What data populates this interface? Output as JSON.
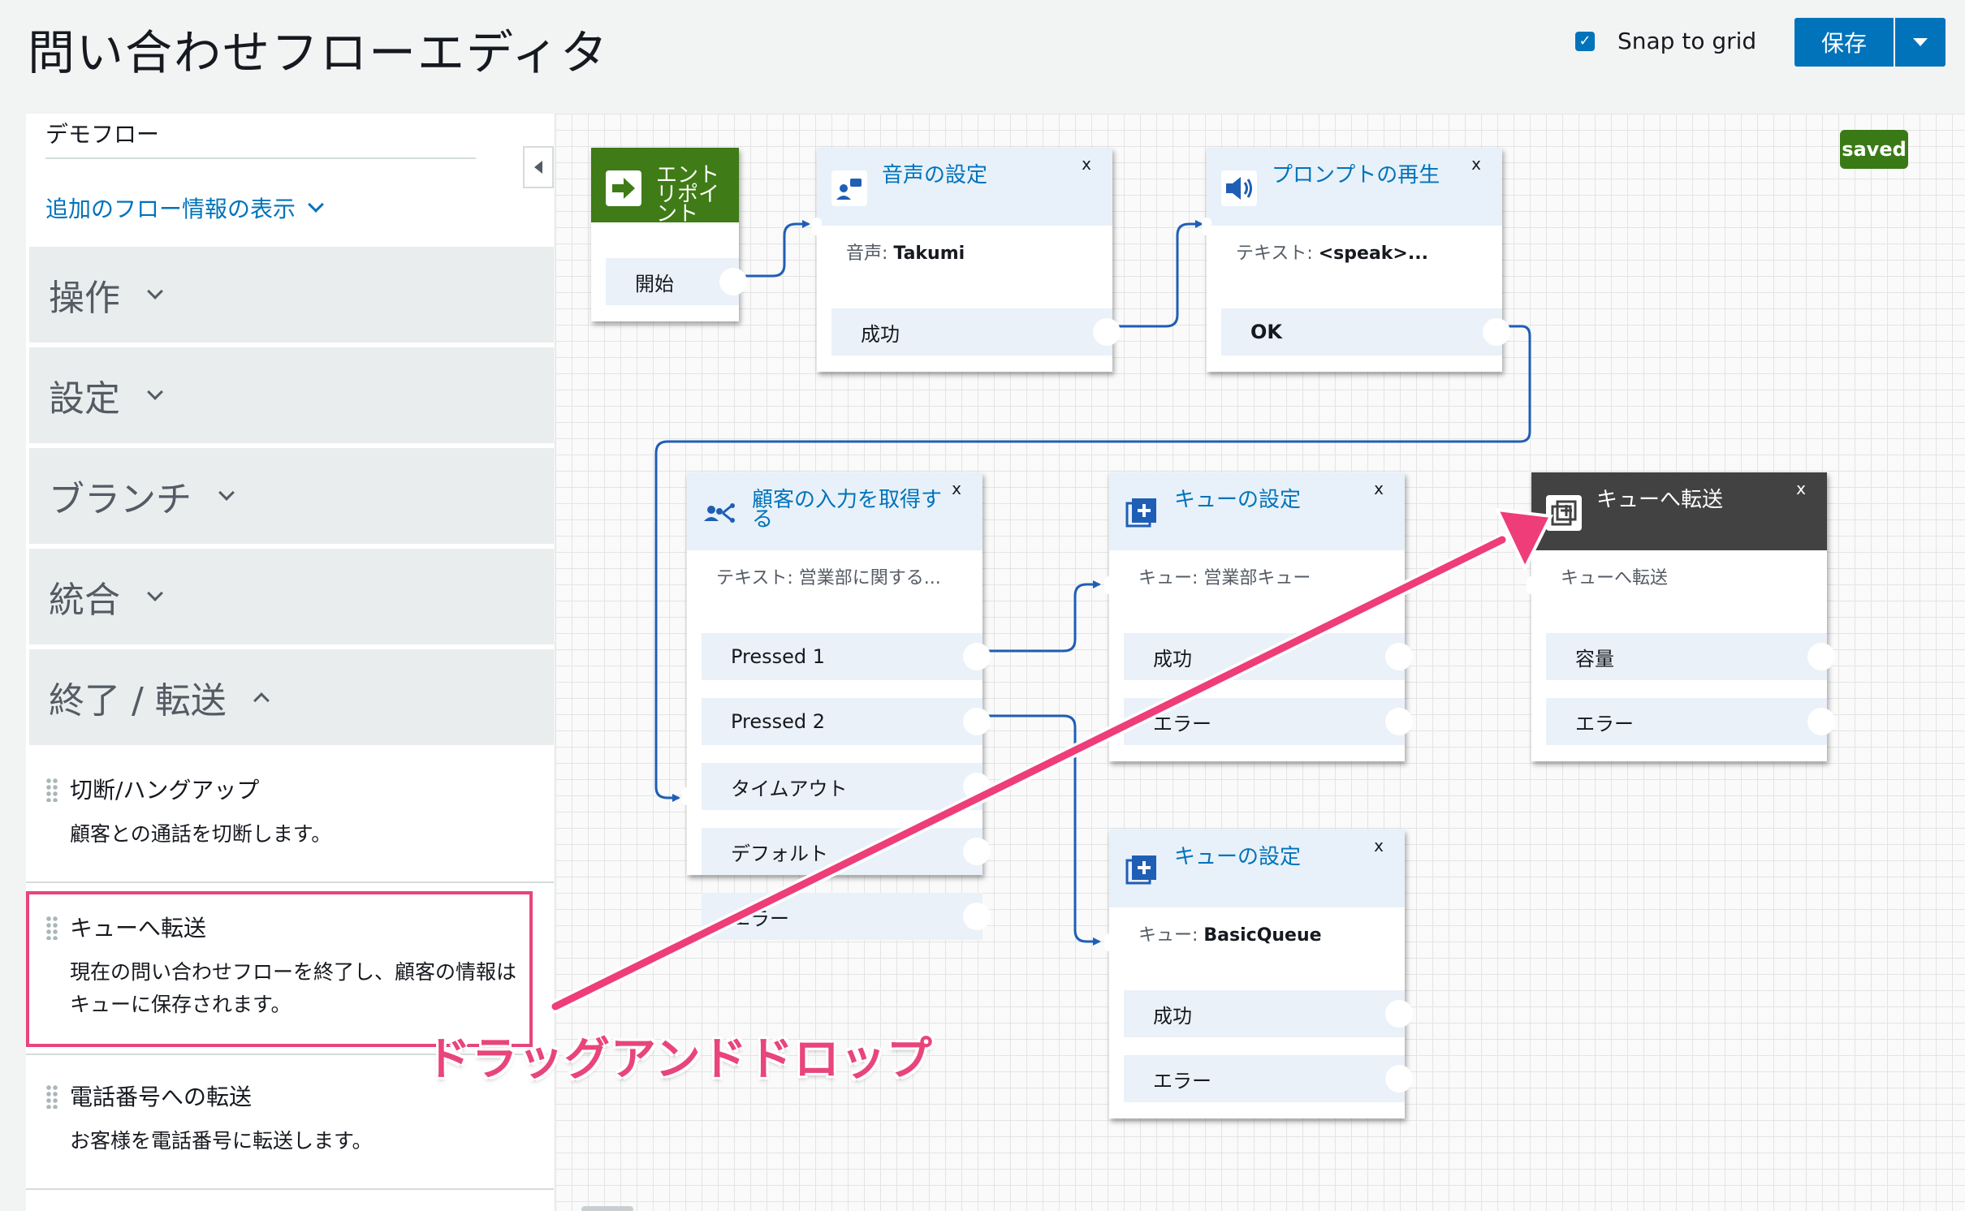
{
  "header": {
    "title": "問い合わせフローエディタ",
    "snap_label": "Snap to grid",
    "snap_checked": "✓",
    "save_label": "保存"
  },
  "sidebar": {
    "flow_name": "デモフロー",
    "more_info": "追加のフロー情報の表示",
    "sections": [
      "操作",
      "設定",
      "ブランチ",
      "統合",
      "終了 / 転送"
    ],
    "items": [
      {
        "title": "切断/ハングアップ",
        "desc": "顧客との通話を切断します。"
      },
      {
        "title": "キューへ転送",
        "desc": "現在の問い合わせフローを終了し、顧客の情報はキューに保存されます。"
      },
      {
        "title": "電話番号への転送",
        "desc": "お客様を電話番号に転送します。"
      }
    ]
  },
  "canvas": {
    "saved": "saved",
    "entry": {
      "title": "エントリポイント",
      "branch": "開始"
    },
    "voice": {
      "title": "音声の設定",
      "info_label": "音声: ",
      "info_value": "Takumi",
      "branches": [
        "成功"
      ]
    },
    "prompt": {
      "title": "プロンプトの再生",
      "info_label": "テキスト: ",
      "info_value": "<speak>...",
      "branches": [
        "OK"
      ]
    },
    "input": {
      "title": "顧客の入力を取得する",
      "info": "テキスト: 営業部に関する...",
      "branches": [
        "Pressed 1",
        "Pressed 2",
        "タイムアウト",
        "デフォルト",
        "エラー"
      ]
    },
    "queue1": {
      "title": "キューの設定",
      "info": "キュー: 営業部キュー",
      "branches": [
        "成功",
        "エラー"
      ]
    },
    "queue2": {
      "title": "キューの設定",
      "info_label": "キュー: ",
      "info_value": "BasicQueue",
      "branches": [
        "成功",
        "エラー"
      ]
    },
    "transfer": {
      "title": "キューへ転送",
      "info": "キューへ転送",
      "branches": [
        "容量",
        "エラー"
      ]
    },
    "close": "x",
    "annotation": "ドラッグアンドドロップ"
  },
  "colors": {
    "accent": "#0073bb",
    "entry_green": "#3f7b16",
    "saved_green": "#3a7a16",
    "highlight": "#e8457a",
    "dark_head": "#424242"
  }
}
